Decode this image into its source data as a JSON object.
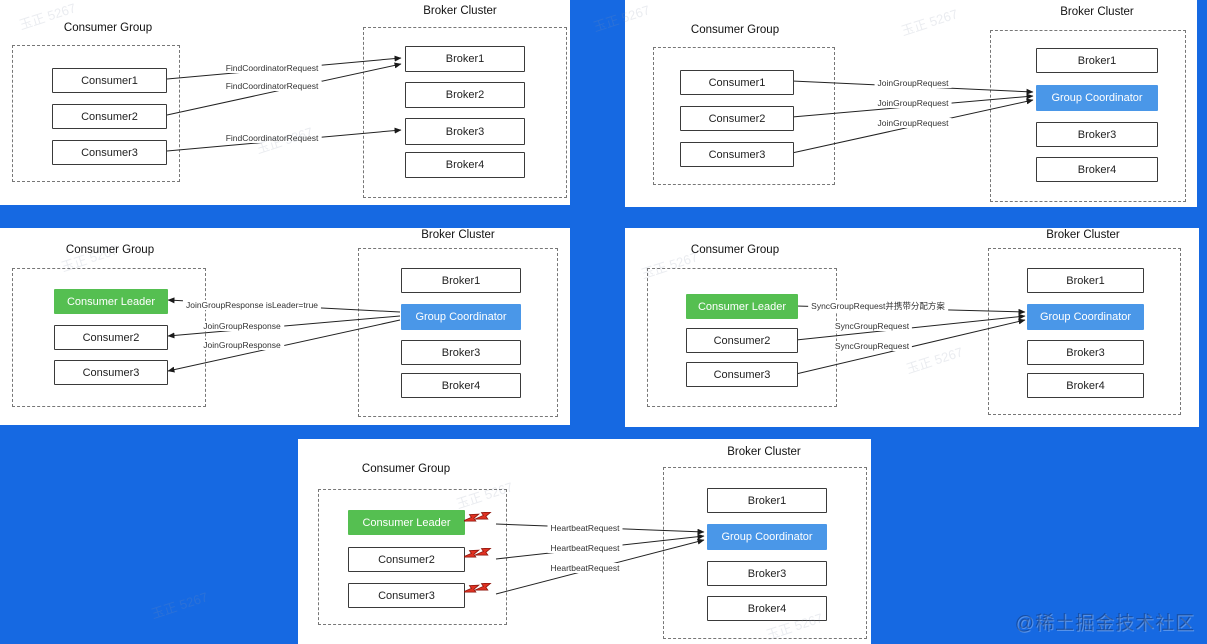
{
  "page": {
    "background_color": "#1669e2"
  },
  "colors": {
    "coordinator_fill": "#4a97e8",
    "leader_fill": "#55bf51"
  },
  "watermarks": {
    "site_credit": "@稀土掘金技术社区",
    "diagonal_text": "玉正 5267"
  },
  "panels": [
    {
      "name": "step-1-find-coordinator",
      "consumer_group_title": "Consumer Group",
      "broker_cluster_title": "Broker Cluster",
      "consumers": [
        {
          "label": "Consumer1"
        },
        {
          "label": "Consumer2"
        },
        {
          "label": "Consumer3"
        }
      ],
      "brokers": [
        {
          "label": "Broker1"
        },
        {
          "label": "Broker2"
        },
        {
          "label": "Broker3"
        },
        {
          "label": "Broker4"
        }
      ],
      "messages": [
        {
          "label": "FindCoordinatorRequest"
        },
        {
          "label": "FindCoordinatorRequest"
        },
        {
          "label": "FindCoordinatorRequest"
        }
      ]
    },
    {
      "name": "step-2-join-group-request",
      "consumer_group_title": "Consumer Group",
      "broker_cluster_title": "Broker Cluster",
      "consumers": [
        {
          "label": "Consumer1"
        },
        {
          "label": "Consumer2"
        },
        {
          "label": "Consumer3"
        }
      ],
      "brokers": [
        {
          "label": "Broker1"
        },
        {
          "label": "Group Coordinator"
        },
        {
          "label": "Broker3"
        },
        {
          "label": "Broker4"
        }
      ],
      "messages": [
        {
          "label": "JoinGroupRequest"
        },
        {
          "label": "JoinGroupRequest"
        },
        {
          "label": "JoinGroupRequest"
        }
      ]
    },
    {
      "name": "step-3-join-group-response",
      "consumer_group_title": "Consumer Group",
      "broker_cluster_title": "Broker Cluster",
      "consumers": [
        {
          "label": "Consumer Leader"
        },
        {
          "label": "Consumer2"
        },
        {
          "label": "Consumer3"
        }
      ],
      "brokers": [
        {
          "label": "Broker1"
        },
        {
          "label": "Group Coordinator"
        },
        {
          "label": "Broker3"
        },
        {
          "label": "Broker4"
        }
      ],
      "messages": [
        {
          "label": "JoinGroupResponse isLeader=true"
        },
        {
          "label": "JoinGroupResponse"
        },
        {
          "label": "JoinGroupResponse"
        }
      ]
    },
    {
      "name": "step-4-sync-group-request",
      "consumer_group_title": "Consumer Group",
      "broker_cluster_title": "Broker Cluster",
      "consumers": [
        {
          "label": "Consumer Leader"
        },
        {
          "label": "Consumer2"
        },
        {
          "label": "Consumer3"
        }
      ],
      "brokers": [
        {
          "label": "Broker1"
        },
        {
          "label": "Group Coordinator"
        },
        {
          "label": "Broker3"
        },
        {
          "label": "Broker4"
        }
      ],
      "messages": [
        {
          "label": "SyncGroupRequest并携带分配方案"
        },
        {
          "label": "SyncGroupRequest"
        },
        {
          "label": "SyncGroupRequest"
        }
      ]
    },
    {
      "name": "step-5-heartbeat-request",
      "consumer_group_title": "Consumer Group",
      "broker_cluster_title": "Broker Cluster",
      "consumers": [
        {
          "label": "Consumer Leader"
        },
        {
          "label": "Consumer2"
        },
        {
          "label": "Consumer3"
        }
      ],
      "brokers": [
        {
          "label": "Broker1"
        },
        {
          "label": "Group Coordinator"
        },
        {
          "label": "Broker3"
        },
        {
          "label": "Broker4"
        }
      ],
      "messages": [
        {
          "label": "HeartbeatRequest"
        },
        {
          "label": "HeartbeatRequest"
        },
        {
          "label": "HeartbeatRequest"
        }
      ]
    }
  ]
}
